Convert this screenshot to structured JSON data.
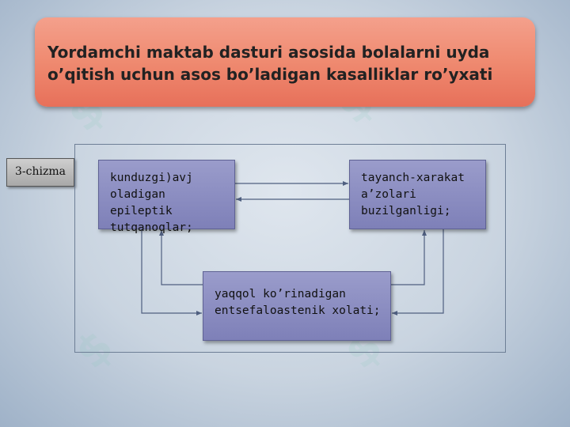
{
  "title": "Yordamchi maktab dasturi asosida bolalarni uyda o’qitish uchun asos bo’ladigan kasalliklar ro’yxati",
  "figure_label": "3-chizma",
  "boxes": {
    "a": "kunduzgi)avj oladigan epileptik tutqanoqlar;",
    "b": "tayanch-xarakat a’zolari buzilganligi;",
    "c": "yaqqol ko’rinadigan entsefaloastenik xolati;"
  },
  "watermark_icon": "s-logo-watermark",
  "colors": {
    "title_banner": "#ef8a70",
    "box_fill": "#8486bd",
    "connector": "#4f5f80"
  }
}
